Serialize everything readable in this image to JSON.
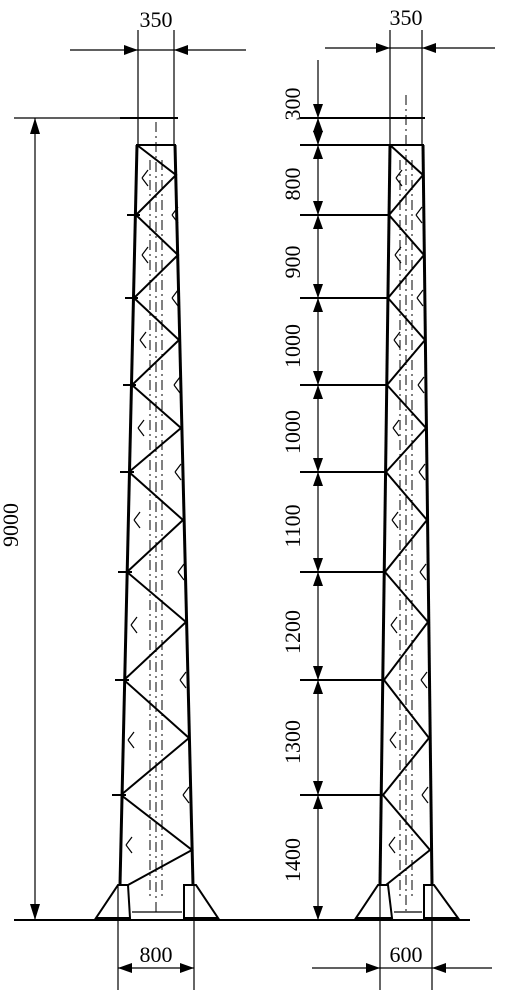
{
  "left_tower": {
    "top_width": "350",
    "height": "9000",
    "base_width": "800"
  },
  "right_tower": {
    "top_width": "350",
    "base_width": "600",
    "segments": [
      "300",
      "800",
      "900",
      "1000",
      "1000",
      "1100",
      "1200",
      "1300",
      "1400"
    ]
  }
}
